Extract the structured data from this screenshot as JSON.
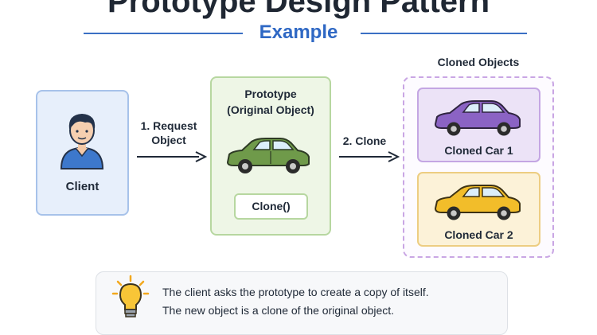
{
  "title": "Prototype Design Pattern",
  "subtitle": "Example",
  "client": {
    "label": "Client"
  },
  "request_arrow": {
    "line1": "1. Request",
    "line2": "Object"
  },
  "prototype": {
    "title_line1": "Prototype",
    "title_line2": "(Original Object)",
    "method_label": "Clone()"
  },
  "clone_arrow": {
    "label": "2. Clone"
  },
  "cloned_objects": {
    "heading": "Cloned Objects",
    "items": [
      {
        "label": "Cloned Car 1",
        "color": "#8b63c4"
      },
      {
        "label": "Cloned Car 2",
        "color": "#f2bd2a"
      }
    ]
  },
  "info": {
    "line1": "The client asks the prototype to create a copy of itself.",
    "line2": "The new object is a clone of the original object."
  },
  "colors": {
    "accent_blue": "#2f68c4",
    "prototype_car": "#6f9a4a",
    "client_shirt": "#3d78cc"
  },
  "icons": [
    "person-icon",
    "car-icon",
    "lightbulb-icon",
    "arrow-right-icon"
  ]
}
